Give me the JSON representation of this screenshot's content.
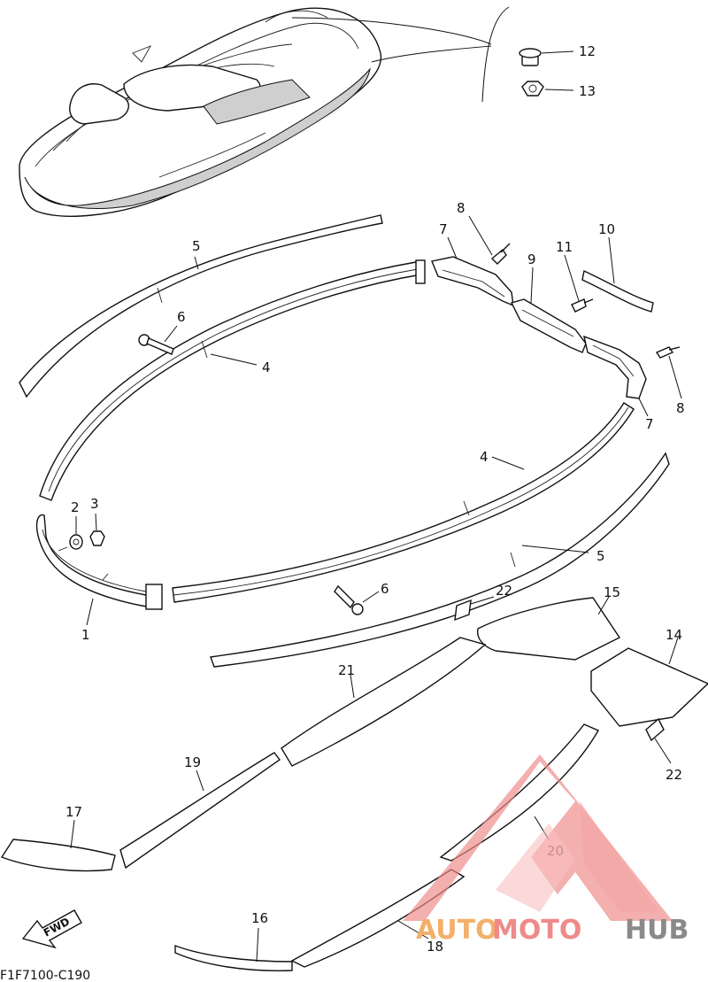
{
  "diagram_code": "F1F7100-C190",
  "fwd_label": "FWD",
  "watermark": {
    "part1": "AUTO",
    "part2": "MOTO",
    "part3": "HUB"
  },
  "callouts": {
    "c1": "1",
    "c2": "2",
    "c3": "3",
    "c4a": "4",
    "c4b": "4",
    "c5a": "5",
    "c5b": "5",
    "c6a": "6",
    "c6b": "6",
    "c7a": "7",
    "c7b": "7",
    "c8a": "8",
    "c8b": "8",
    "c9": "9",
    "c10": "10",
    "c11": "11",
    "c12": "12",
    "c13": "13",
    "c14": "14",
    "c15": "15",
    "c16": "16",
    "c17": "17",
    "c18": "18",
    "c19": "19",
    "c20": "20",
    "c21": "21",
    "c22a": "22",
    "c22b": "22"
  },
  "colors": {
    "watermark_red": "#ef8a8a",
    "watermark_orange": "#f2b06a",
    "watermark_gray": "#8a8a8a"
  }
}
